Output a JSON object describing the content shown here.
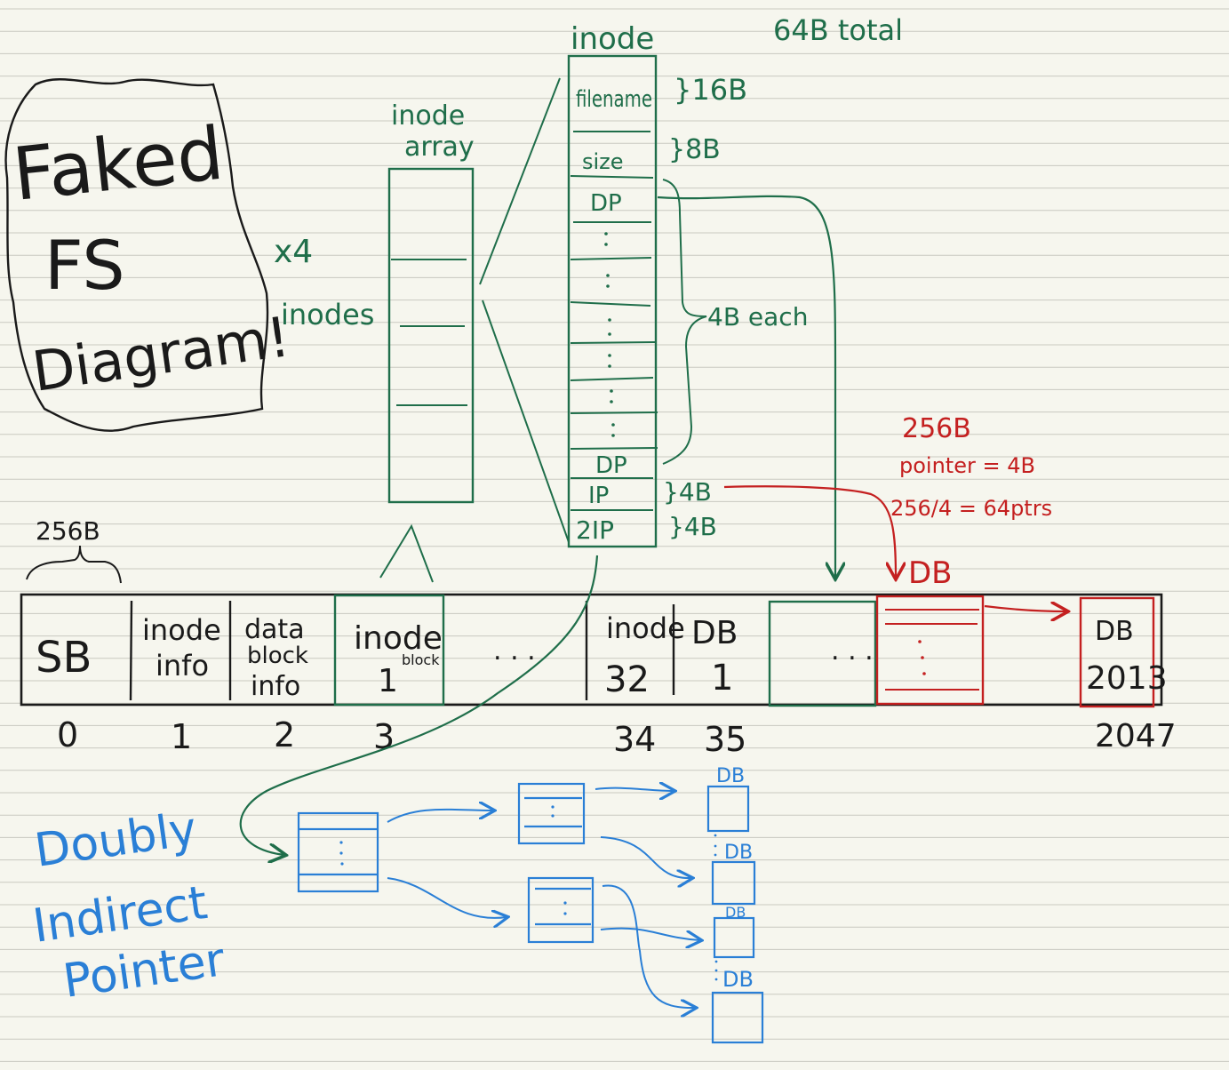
{
  "title": {
    "line1": "Faked",
    "line2": "FS",
    "line3": "Diagram!"
  },
  "notes": {
    "x4": "x4",
    "inodes": "inodes"
  },
  "inode_array": {
    "label_line1": "inode",
    "label_line2": "array"
  },
  "inode": {
    "label": "inode",
    "total": "64B total",
    "fields": [
      "filename",
      "size",
      "DP",
      "DP",
      "IP",
      "2IP"
    ],
    "sizes": [
      "}16B",
      "}8B",
      "}4B",
      "}4B"
    ],
    "dp_brace": "4B each"
  },
  "block_size": "256B",
  "indirect_note": {
    "l1": "256B",
    "l2": "pointer = 4B",
    "l3": "256/4 = 64ptrs"
  },
  "disk": {
    "cells": [
      {
        "l1": "SB",
        "l2": ""
      },
      {
        "l1": "inode",
        "l2": "info"
      },
      {
        "l1": "data",
        "l2": "block",
        "l3": "info"
      },
      {
        "l1": "inode",
        "l2": "1",
        "l3": "block"
      },
      {
        "l1": "inode",
        "l2": "32"
      },
      {
        "l1": "DB",
        "l2": "1"
      },
      {
        "l1": "DB",
        "l2": "2013"
      }
    ],
    "dots": ". . .",
    "db_label": "DB",
    "indices": [
      "0",
      "1",
      "2",
      "3",
      "34",
      "35",
      "2047"
    ]
  },
  "doubly": {
    "l1": "Doubly",
    "l2": "Indirect",
    "l3": "Pointer",
    "db": "DB"
  },
  "colors": {
    "green": "#1f6e4a",
    "red": "#c42020",
    "blue": "#2a7fd6",
    "ink": "#1a1a1a",
    "rule": "#c9c9c0"
  }
}
